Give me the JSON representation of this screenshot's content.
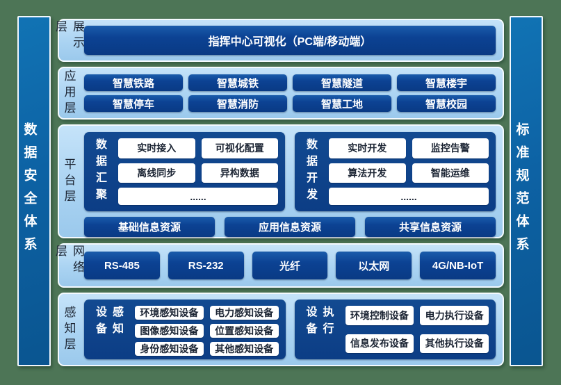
{
  "colors": {
    "background_green": "#4d7556",
    "sidebar_blue": "#0d62a4",
    "panel_light_blue": "#aad3f2",
    "box_navy": "#0c4293",
    "white_box_text": "#1b2433"
  },
  "side_bars": {
    "left": "数据安全体系",
    "right": "标准规范体系"
  },
  "layers": [
    {
      "label": "展示层",
      "box": "指挥中心可视化（PC端/移动端）"
    },
    {
      "label": "应用层",
      "boxes": [
        "智慧铁路",
        "智慧城铁",
        "智慧隧道",
        "智慧楼宇",
        "智慧停车",
        "智慧消防",
        "智慧工地",
        "智慧校园"
      ]
    },
    {
      "label": "平台层",
      "groups": [
        {
          "label": "数据汇聚",
          "items": [
            "实时接入",
            "可视化配置",
            "离线同步",
            "异构数据"
          ],
          "more": "......"
        },
        {
          "label": "数据开发",
          "items": [
            "实时开发",
            "监控告警",
            "算法开发",
            "智能运维"
          ],
          "more": "......"
        }
      ],
      "resources": [
        "基础信息资源",
        "应用信息资源",
        "共享信息资源"
      ]
    },
    {
      "label": "网络层",
      "boxes": [
        "RS-485",
        "RS-232",
        "光纤",
        "以太网",
        "4G/NB-IoT"
      ]
    },
    {
      "label": "感知层",
      "groups": [
        {
          "label": "感知设备",
          "items": [
            "环境感知设备",
            "电力感知设备",
            "图像感知设备",
            "位置感知设备",
            "身份感知设备",
            "其他感知设备"
          ]
        },
        {
          "label": "执行设备",
          "items": [
            "环境控制设备",
            "电力执行设备",
            "信息发布设备",
            "其他执行设备"
          ]
        }
      ]
    }
  ]
}
